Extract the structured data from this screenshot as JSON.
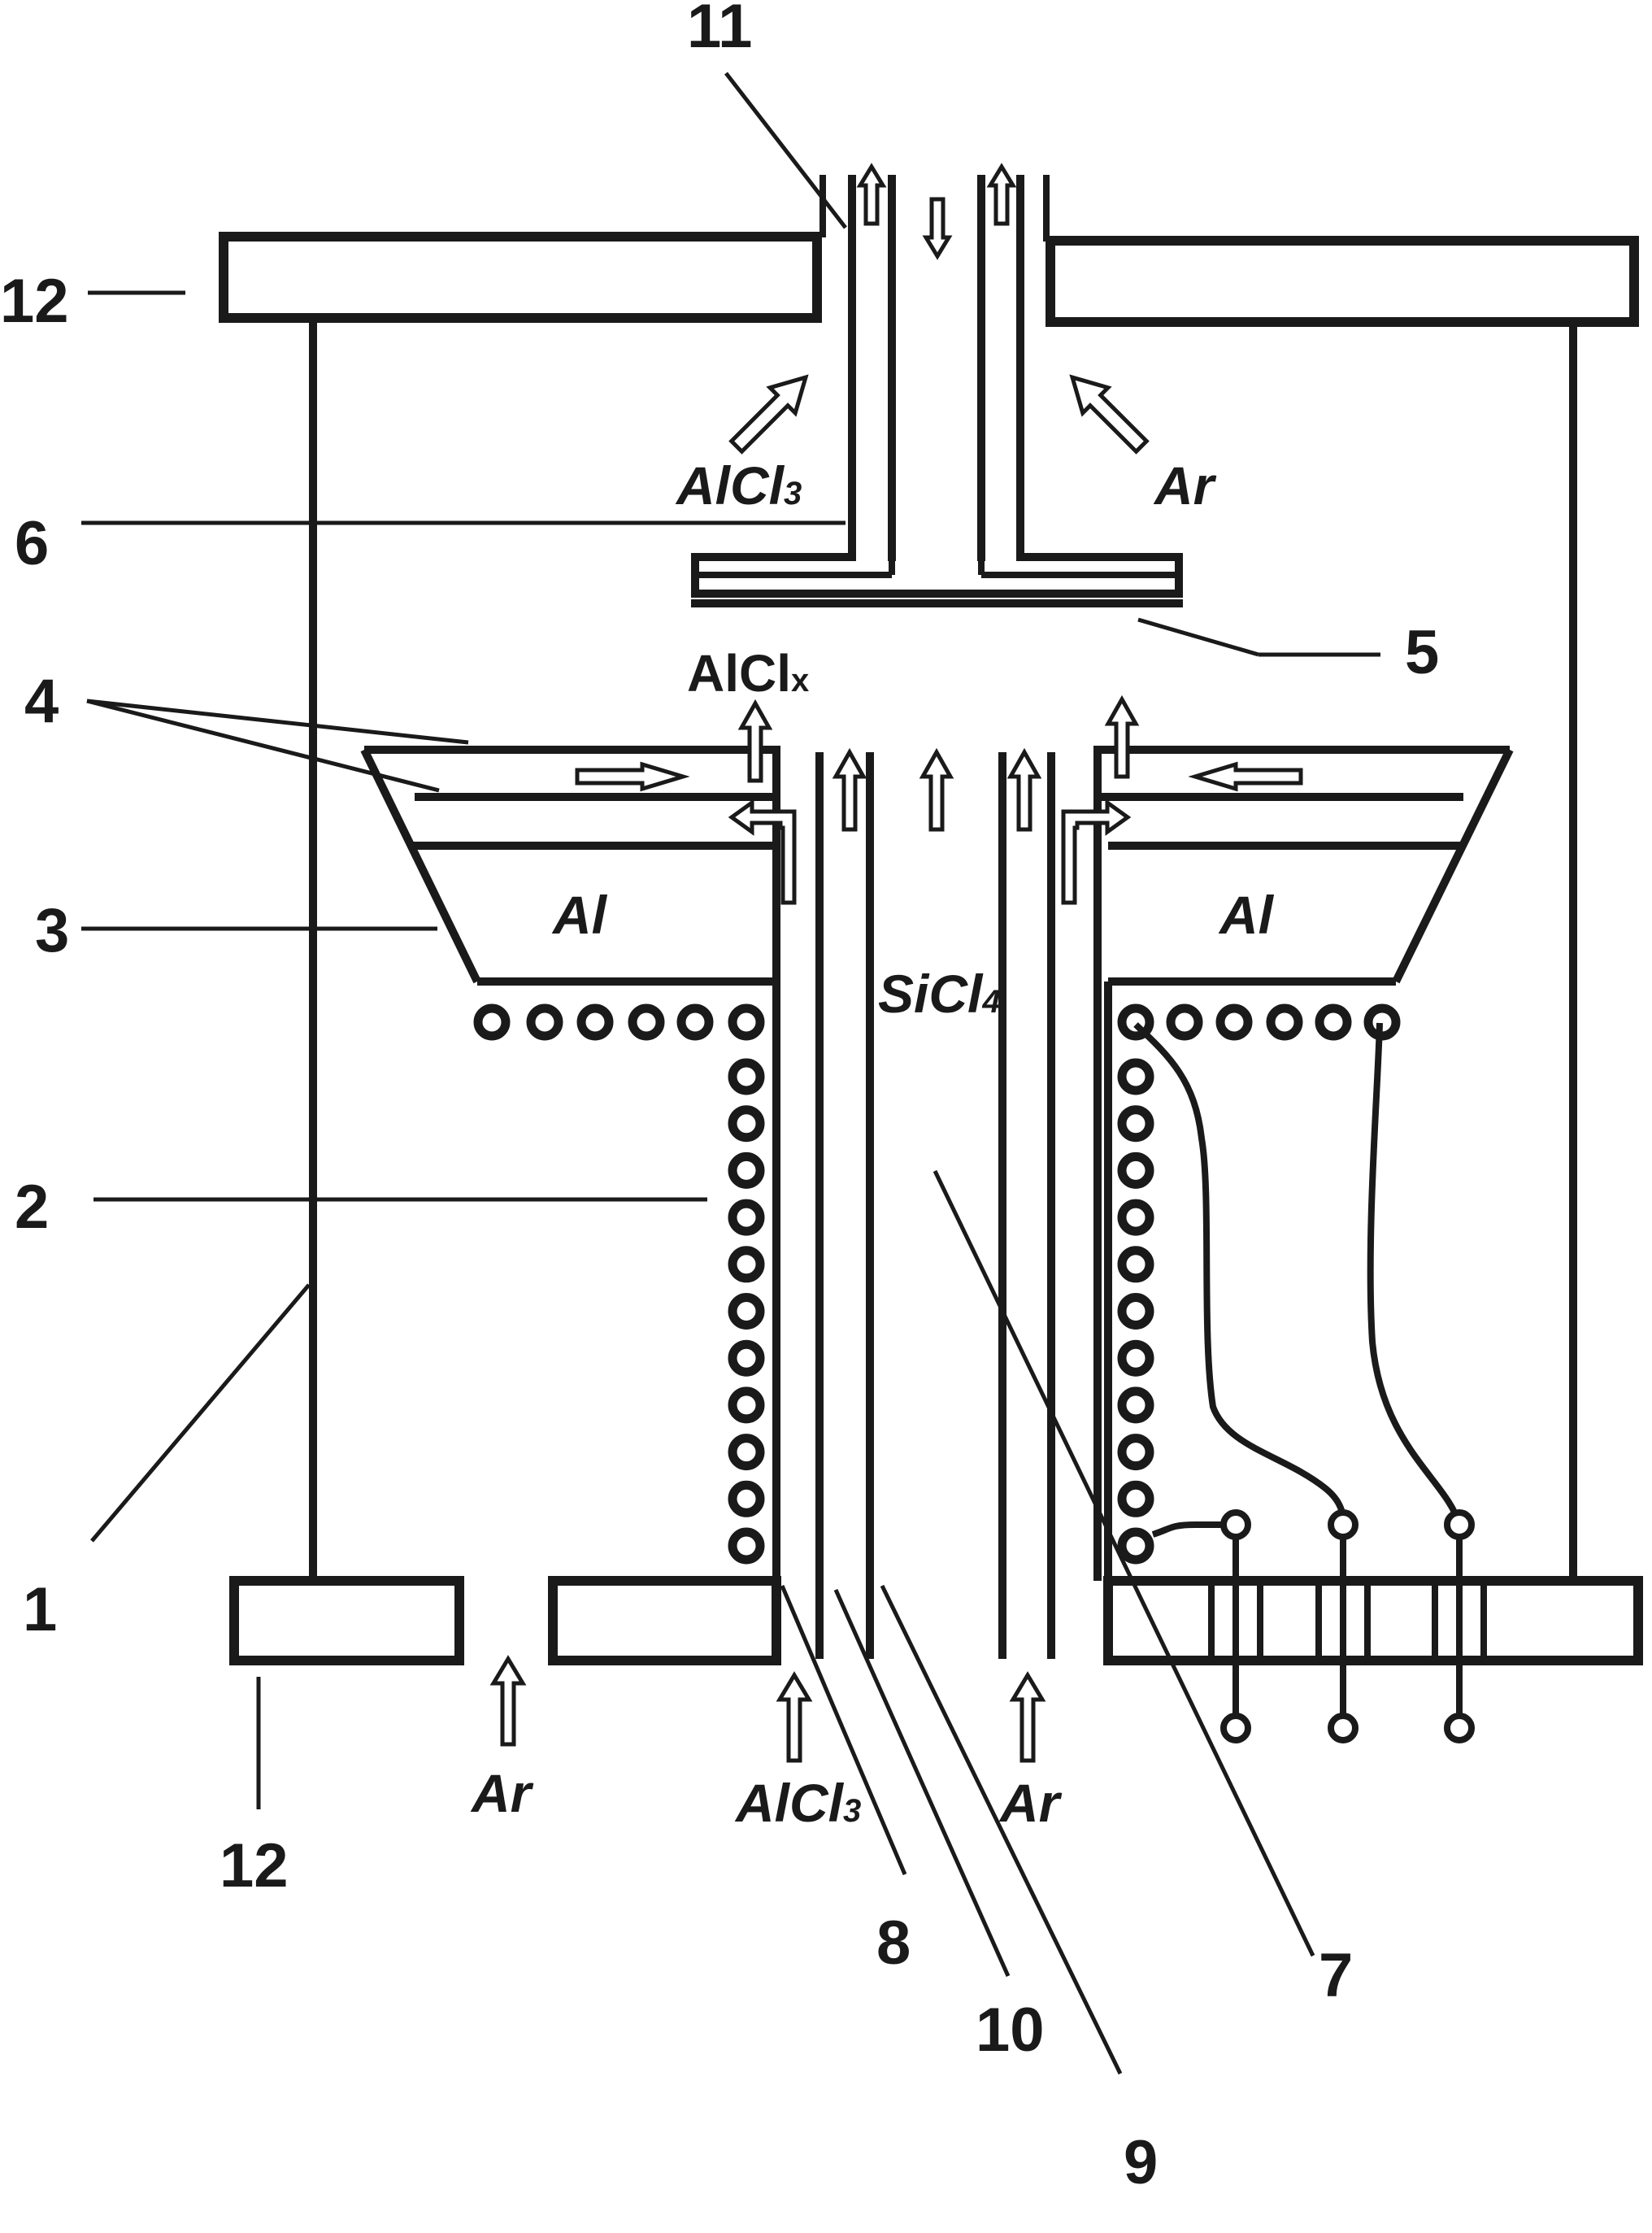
{
  "labels": {
    "n1": "1",
    "n2": "2",
    "n3": "3",
    "n4": "4",
    "n5": "5",
    "n6": "6",
    "n7": "7",
    "n8": "8",
    "n9": "9",
    "n10": "10",
    "n11": "11",
    "n12_top": "12",
    "n12_bottom": "12"
  },
  "species": {
    "alcl3_top_main": "AlCl",
    "alcl3_top_sub": "3",
    "ar_top": "Ar",
    "alclx_main": "AlCl",
    "alclx_sub": "x",
    "al_left": "Al",
    "al_right": "Al",
    "sicl4_main": "SiCl",
    "sicl4_sub": "4",
    "ar_bottom_left": "Ar",
    "alcl3_bottom_main": "AlCl",
    "alcl3_bottom_sub": "3",
    "ar_bottom_right": "Ar"
  },
  "colors": {
    "ink": "#1a1a1a",
    "background": "#ffffff"
  }
}
